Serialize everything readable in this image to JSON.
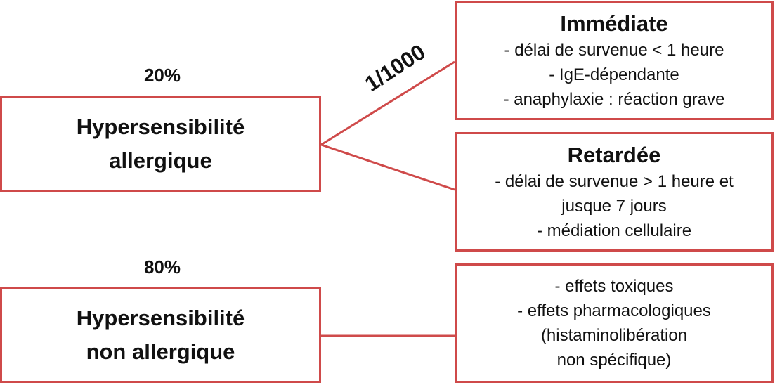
{
  "diagram": {
    "colors": {
      "border": "#cf4a4a",
      "connector": "#cf4a4a",
      "text": "#111111"
    },
    "allergic": {
      "percent": "20%",
      "label_line1": "Hypersensibilité",
      "label_line2": "allergique",
      "ratio_label": "1/1000",
      "immediate": {
        "title": "Immédiate",
        "lines": [
          "- délai de survenue < 1 heure",
          "- IgE-dépendante",
          "- anaphylaxie : réaction grave"
        ]
      },
      "delayed": {
        "title": "Retardée",
        "lines": [
          "- délai de survenue > 1 heure et",
          "jusque 7 jours",
          "- médiation cellulaire"
        ]
      }
    },
    "non_allergic": {
      "percent": "80%",
      "label_line1": "Hypersensibilité",
      "label_line2": "non allergique",
      "effects": {
        "lines": [
          "- effets toxiques",
          "- effets pharmacologiques",
          "(histaminolibération",
          "non spécifique)"
        ]
      }
    }
  }
}
